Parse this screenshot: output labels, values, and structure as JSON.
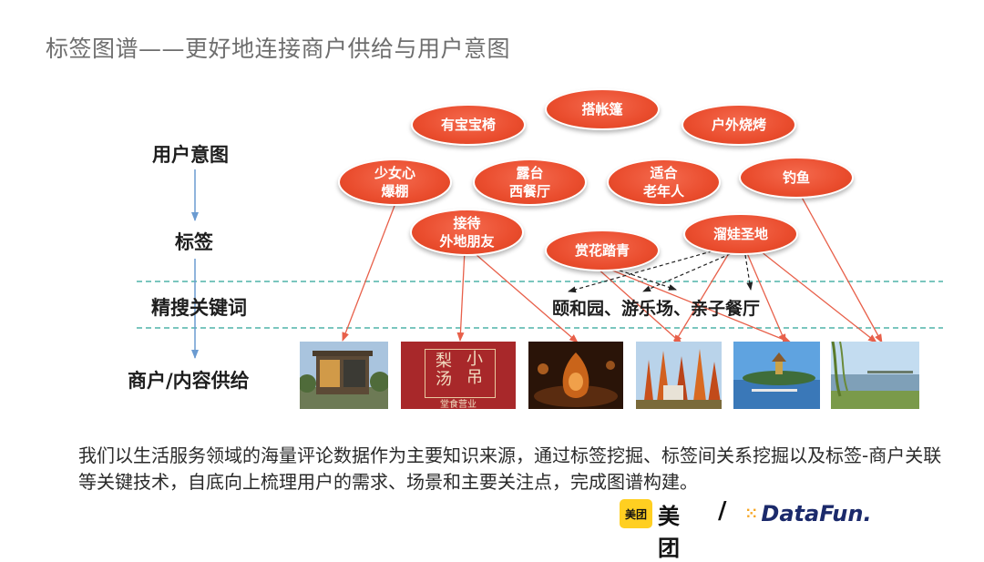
{
  "title": "标签图谱——更好地连接商户供给与用户意图",
  "layers": {
    "intent": "用户意图",
    "tag": "标签",
    "keyword": "精搜关键词",
    "supply": "商户/内容供给"
  },
  "bubbles": {
    "b1": "有宝宝椅",
    "b2": "搭帐篷",
    "b3": "户外烧烤",
    "b4_l1": "少女心",
    "b4_l2": "爆棚",
    "b5_l1": "露台",
    "b5_l2": "西餐厅",
    "b6_l1": "适合",
    "b6_l2": "老年人",
    "b7": "钓鱼",
    "b8_l1": "接待",
    "b8_l2": "外地朋友",
    "b9": "赏花踏青",
    "b10": "溜娃圣地"
  },
  "keywords": "颐和园、游乐场、亲子餐厅",
  "thumbs": {
    "t2_a": "小吊",
    "t2_b": "梨汤",
    "t2_c": "堂食营业"
  },
  "description": "我们以生活服务领域的海量评论数据作为主要知识来源，通过标签挖掘、标签间关系挖掘以及标签-商户关联等关键技术，自底向上梳理用户的需求、场景和主要关注点，完成图谱构建。",
  "logos": {
    "meituan_box": "美团",
    "meituan_text": "美团",
    "slash": "/",
    "datafun": "DataFun."
  },
  "colors": {
    "bubble": "#ea4d2e",
    "arrow_red": "#e8604a",
    "arrow_blue": "#6b9bd1",
    "dashed_line": "#4fb3a8",
    "datafun_blue": "#1b2a6b",
    "meituan_yellow": "#ffcf21"
  }
}
